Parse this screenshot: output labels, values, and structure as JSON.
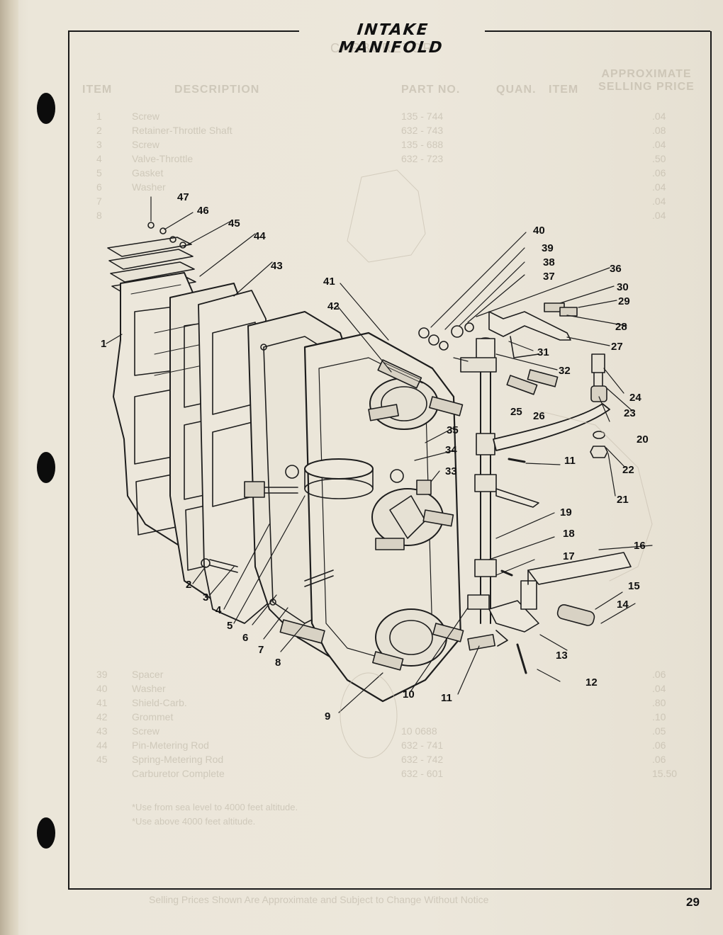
{
  "title": "INTAKE MANIFOLD",
  "page_number": "29",
  "ghost_text": {
    "subtitle": "CARBURETOR",
    "headers": {
      "item": "ITEM",
      "description": "DESCRIPTION",
      "part_no": "PART NO.",
      "quan": "QUAN.",
      "item2": "ITEM",
      "price": "APPROXIMATE SELLING PRICE"
    },
    "rows": [
      {
        "item": "1",
        "desc": "Screw",
        "part": "135 - 744",
        "price": ".04"
      },
      {
        "item": "2",
        "desc": "Retainer-Throttle Shaft",
        "part": "632 - 743",
        "price": ".08"
      },
      {
        "item": "3",
        "desc": "Screw",
        "part": "135 - 688",
        "price": ".04"
      },
      {
        "item": "4",
        "desc": "Valve-Throttle",
        "part": "632 - 723",
        "price": ".50"
      },
      {
        "item": "5",
        "desc": "Gasket",
        "part": "",
        "price": ".06"
      },
      {
        "item": "6",
        "desc": "Washer",
        "part": "",
        "price": ".04"
      },
      {
        "item": "7",
        "desc": "",
        "part": "",
        "price": ".04"
      },
      {
        "item": "8",
        "desc": "",
        "part": "",
        "price": ".04"
      }
    ],
    "rows_lower": [
      {
        "item": "39",
        "desc": "Spacer",
        "part": "",
        "price": ".06"
      },
      {
        "item": "40",
        "desc": "Washer",
        "part": "",
        "price": ".04"
      },
      {
        "item": "41",
        "desc": "Shield-Carb.",
        "part": "",
        "price": ".80"
      },
      {
        "item": "42",
        "desc": "Grommet",
        "part": "",
        "price": ".10"
      },
      {
        "item": "43",
        "desc": "Screw",
        "part": "10 0688",
        "price": ".05"
      },
      {
        "item": "44",
        "desc": "Pin-Metering Rod",
        "part": "632 - 741",
        "price": ".06"
      },
      {
        "item": "45",
        "desc": "Spring-Metering Rod",
        "part": "632 - 742",
        "price": ".06"
      },
      {
        "item": "",
        "desc": "Carburetor Complete",
        "part": "632 - 601",
        "price": "15.50"
      }
    ],
    "footnotes": [
      "*Use from sea level to 4000 feet altitude.",
      "*Use above 4000 feet altitude."
    ],
    "footer": "Selling Prices Shown Are Approximate and Subject to Change Without Notice"
  },
  "callouts": [
    "1",
    "2",
    "3",
    "4",
    "5",
    "6",
    "7",
    "8",
    "9",
    "10",
    "11",
    "11",
    "12",
    "13",
    "14",
    "15",
    "16",
    "17",
    "18",
    "19",
    "20",
    "21",
    "22",
    "23",
    "24",
    "25",
    "26",
    "27",
    "28",
    "29",
    "30",
    "31",
    "32",
    "33",
    "34",
    "35",
    "36",
    "37",
    "38",
    "39",
    "40",
    "41",
    "42",
    "43",
    "44",
    "45",
    "46",
    "47"
  ]
}
